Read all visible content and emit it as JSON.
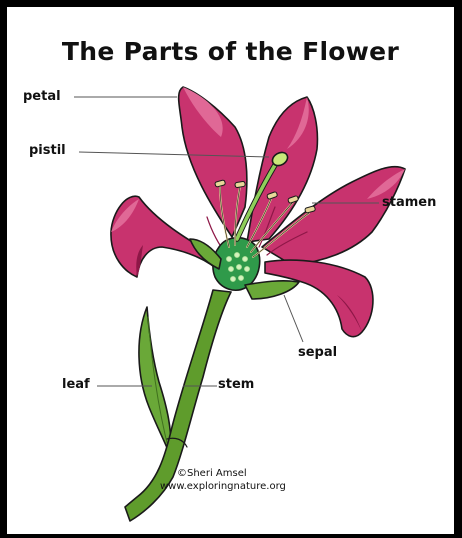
{
  "diagram": {
    "title": "The Parts of the Flower",
    "labels": {
      "petal": "petal",
      "pistil": "pistil",
      "stamen": "stamen",
      "sepal": "sepal",
      "leaf": "leaf",
      "stem": "stem"
    },
    "credit": {
      "author": "©Sheri Amsel",
      "website": "www.exploringnature.org"
    },
    "colors": {
      "petal": "#c8336e",
      "petal_dark": "#8e1747",
      "stem": "#5f9c2c",
      "leaf": "#6aa838",
      "ovary": "#2f9a4a",
      "anther": "#e8d89a",
      "outline": "#1a1a1a"
    }
  }
}
